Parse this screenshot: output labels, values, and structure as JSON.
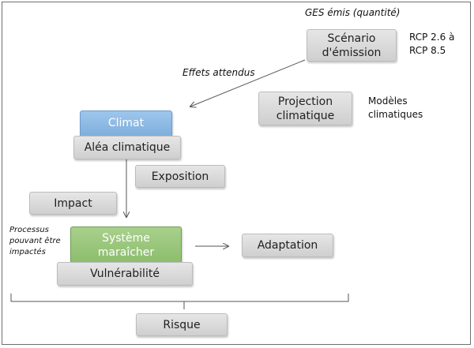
{
  "boxes": {
    "scenario": "Scénario\nd'émission",
    "projection": "Projection\nclimatique",
    "climat": "Climat",
    "alea": "Aléa climatique",
    "exposition": "Exposition",
    "impact": "Impact",
    "systeme": "Système\nmaraîcher",
    "adaptation": "Adaptation",
    "vulnerabilite": "Vulnérabilité",
    "risque": "Risque"
  },
  "labels": {
    "ges": "GES émis (quantité)",
    "rcp_line1": "RCP 2.6 à",
    "rcp_line2": "RCP 8.5",
    "effets": "Effets attendus",
    "modeles_line1": "Modèles",
    "modeles_line2": "climatiques",
    "processus_line1": "Processus",
    "processus_line2": "pouvant être",
    "processus_line3": "impactés"
  },
  "colors": {
    "box_gray": "#d9d9d9",
    "box_blue": "#8db8e2",
    "box_green": "#97c57a",
    "line": "#555555"
  }
}
